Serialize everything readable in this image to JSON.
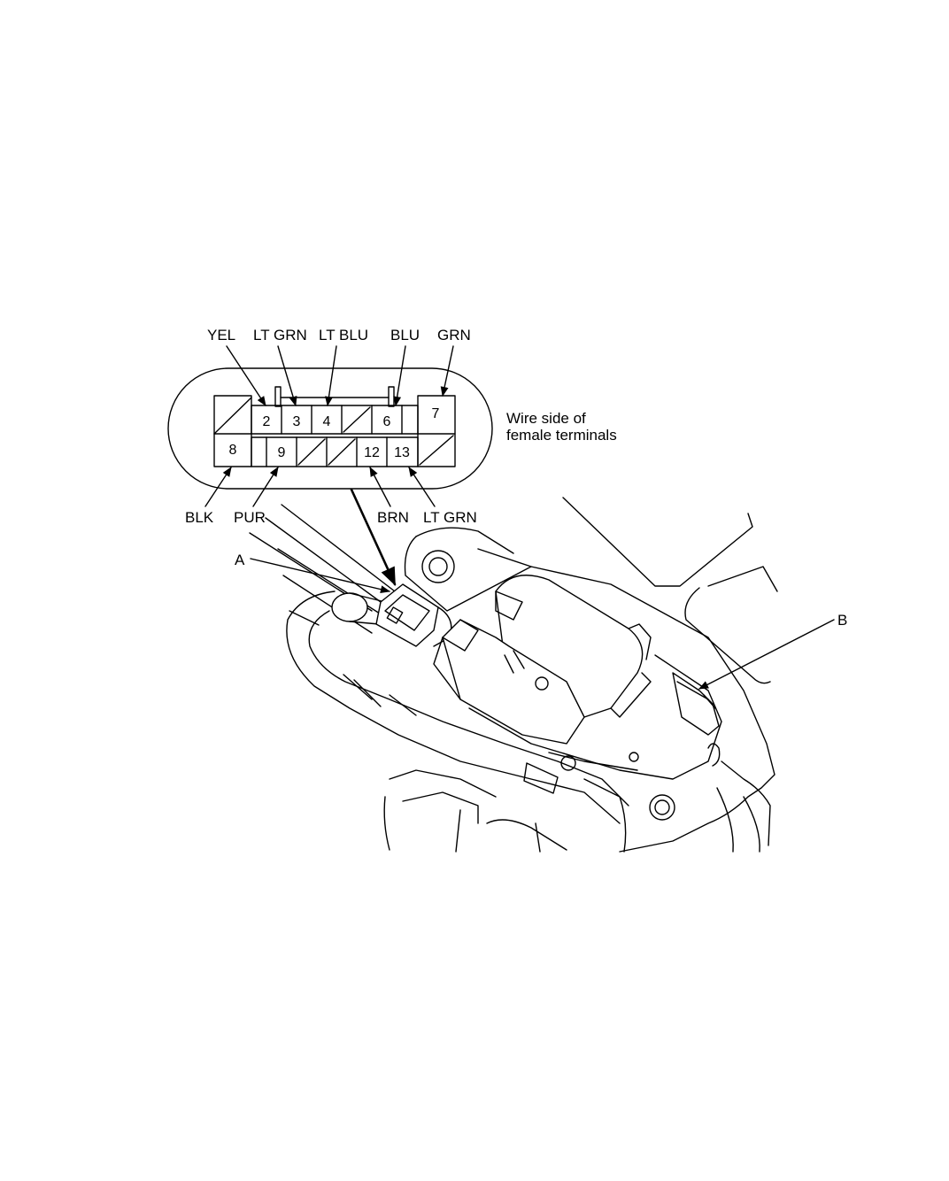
{
  "connector": {
    "side_note_line1": "Wire side of",
    "side_note_line2": "female terminals",
    "pins": {
      "p2": "2",
      "p3": "3",
      "p4": "4",
      "p6": "6",
      "p7": "7",
      "p8": "8",
      "p9": "9",
      "p12": "12",
      "p13": "13"
    },
    "wire_colors": {
      "top": [
        "YEL",
        "LT GRN",
        "LT BLU",
        "BLU",
        "GRN"
      ],
      "bottom": [
        "BLK",
        "PUR",
        "BRN",
        "LT GRN"
      ]
    }
  },
  "callouts": {
    "a": "A",
    "b": "B"
  }
}
